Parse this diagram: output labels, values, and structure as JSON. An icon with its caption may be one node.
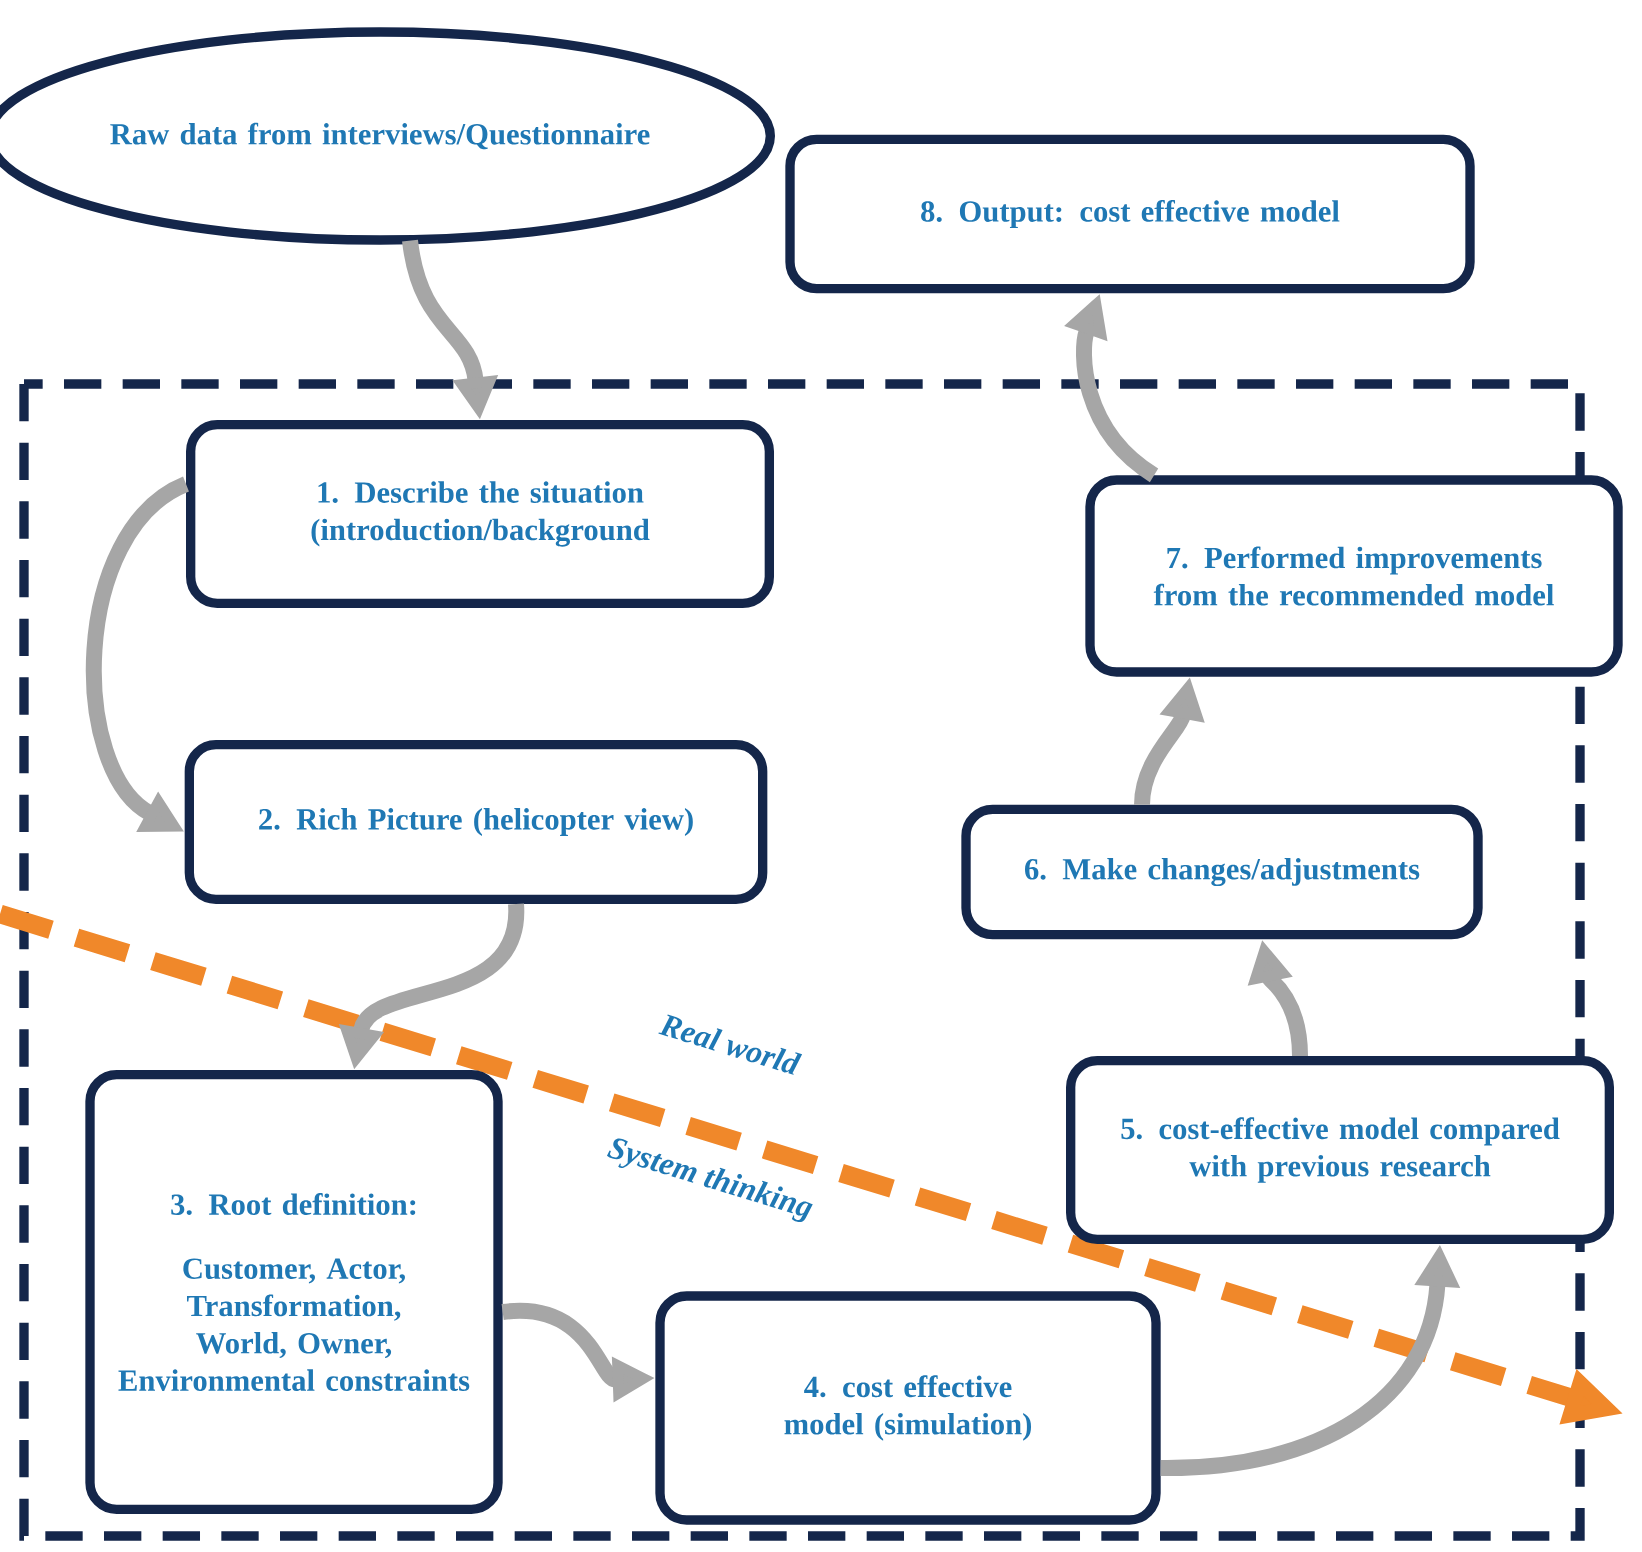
{
  "diagram": {
    "nodes": [
      {
        "text": [
          "Raw data from interviews/Questionnaire"
        ]
      },
      {
        "text": [
          "1. Describe the situation (introduction/background"
        ]
      },
      {
        "text": [
          "2. Rich Picture (helicopter view)"
        ]
      },
      {
        "text": [
          "3. Root definition:",
          "Customer, Actor, Transformation, World, Owner, Environmental constraints"
        ]
      },
      {
        "text": [
          "4. cost effective model (simulation)"
        ]
      },
      {
        "text": [
          "5. cost-effective model compared with previous research"
        ]
      },
      {
        "text": [
          "6. Make changes/adjustments"
        ]
      },
      {
        "text": [
          "7. Performed improvements from the recommended model"
        ]
      },
      {
        "text": [
          "8. Output: cost effective model"
        ]
      }
    ],
    "edges": [
      {
        "from": 0,
        "to": 1,
        "arrow": "to"
      },
      {
        "from": 1,
        "to": 2,
        "arrow": "to"
      },
      {
        "from": 2,
        "to": 3,
        "arrow": "to"
      },
      {
        "from": 3,
        "to": 4,
        "arrow": "to"
      },
      {
        "from": 4,
        "to": 5,
        "arrow": "to"
      },
      {
        "from": 5,
        "to": 6,
        "arrow": "to"
      },
      {
        "from": 6,
        "to": 7,
        "arrow": "to"
      },
      {
        "from": 7,
        "to": 8,
        "arrow": "to"
      }
    ],
    "labels": [
      "Real world",
      "System thinking"
    ]
  }
}
